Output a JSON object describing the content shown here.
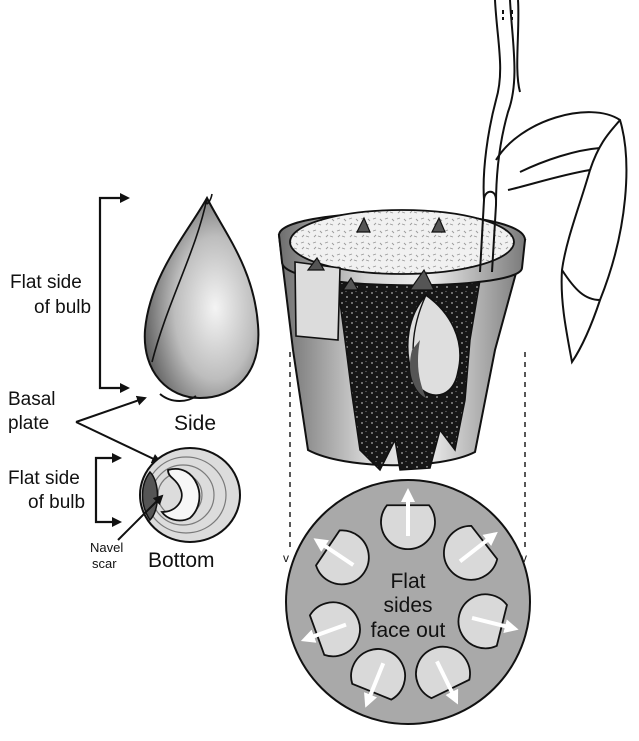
{
  "labels": {
    "flat_side_top": [
      "Flat side",
      "of bulb"
    ],
    "side": "Side",
    "basal_plate": [
      "Basal",
      "plate"
    ],
    "flat_side_bottom": [
      "Flat side",
      "of bulb"
    ],
    "navel_scar": [
      "Navel",
      "scar"
    ],
    "bottom": "Bottom",
    "disc_text": [
      "Flat",
      "sides",
      "face out"
    ]
  },
  "colors": {
    "ink": "#111111",
    "bulb_light": "#f2f2f2",
    "bulb_dark": "#6e6e6e",
    "pot_light": "#e8e8e8",
    "pot_dark": "#7a7a7a",
    "soil": "#1a1a1a",
    "disc_fill": "#a9a9a9",
    "disc_bulb": "#d9d9d9",
    "arrow_white": "#ffffff"
  }
}
